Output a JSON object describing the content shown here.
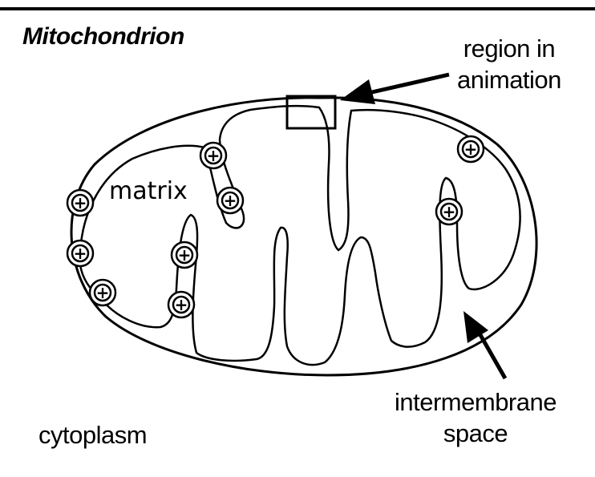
{
  "title": "Mitochondrion",
  "labels": {
    "matrix": "matrix",
    "region_line1": "region in",
    "region_line2": "animation",
    "cytoplasm": "cytoplasm",
    "intermembrane_line1": "intermembrane",
    "intermembrane_line2": "space"
  },
  "charge_symbol": "+",
  "proton_pump_count": 9,
  "colors": {
    "stroke": "#000000",
    "background": "#ffffff"
  }
}
